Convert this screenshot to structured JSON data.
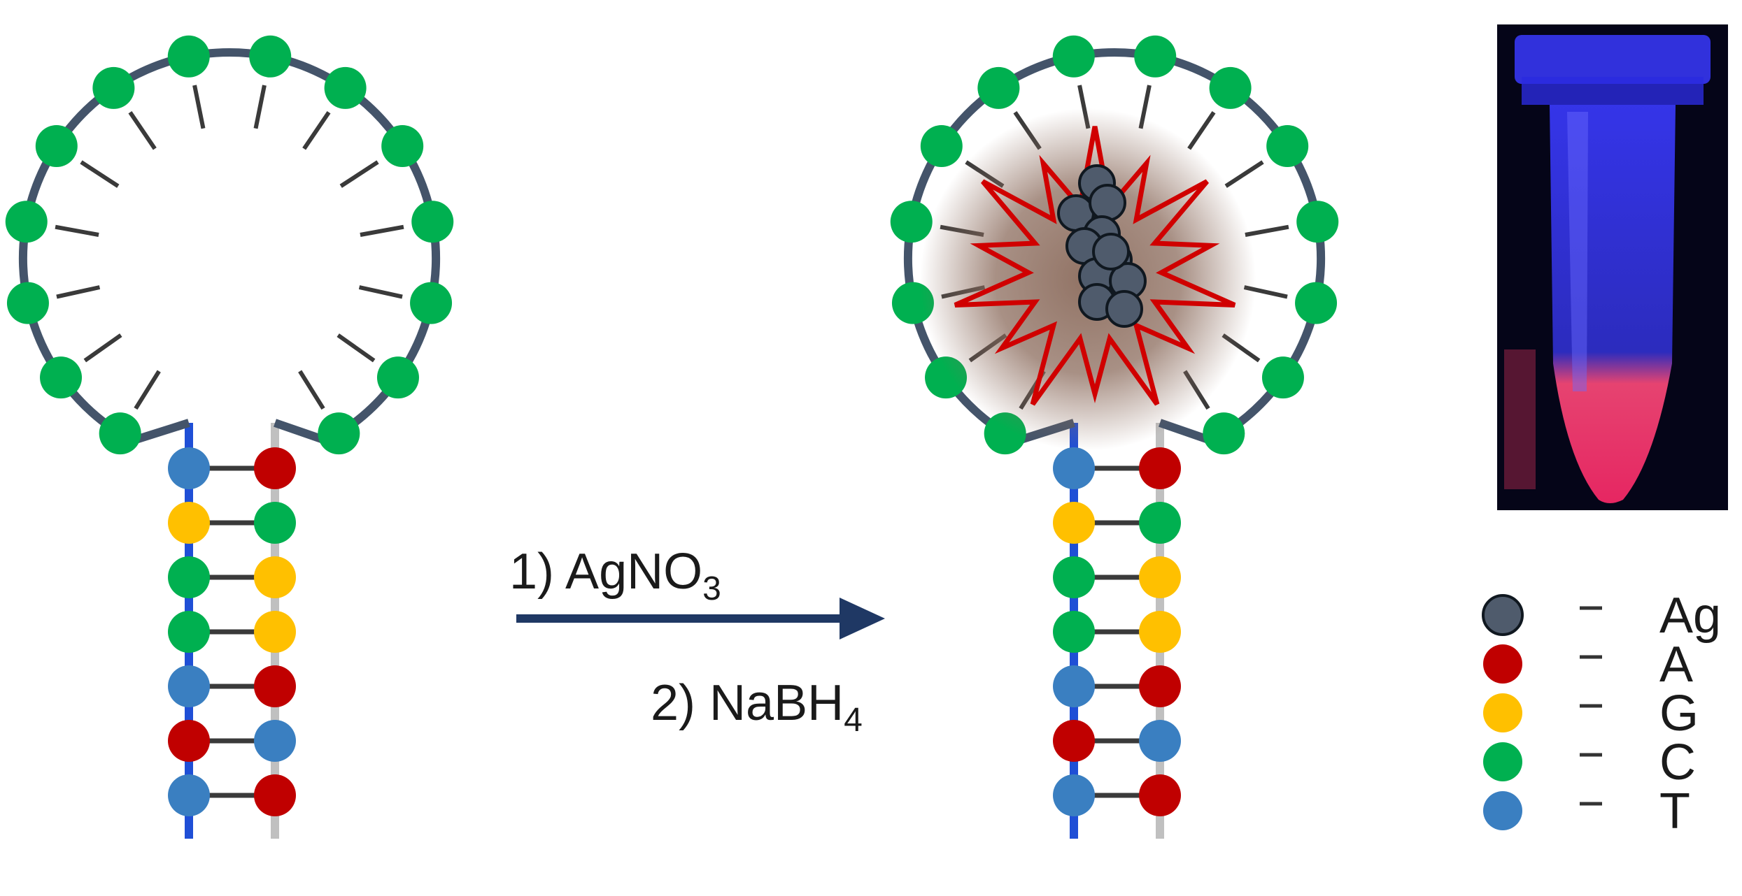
{
  "steps": {
    "step1": {
      "prefix": "1) AgNO",
      "sub": "3"
    },
    "step2": {
      "prefix": "2) NaBH",
      "sub": "4"
    }
  },
  "legend": [
    {
      "symbol": "silver-atom",
      "label": "Ag",
      "color": "#4f5b6c"
    },
    {
      "symbol": "adenine",
      "label": "A",
      "color": "#c00000"
    },
    {
      "symbol": "guanine",
      "label": "G",
      "color": "#ffc000"
    },
    {
      "symbol": "cytosine",
      "label": "C",
      "color": "#00b050"
    },
    {
      "symbol": "thymine",
      "label": "T",
      "color": "#3a7fc1"
    }
  ],
  "colors": {
    "backbone_loop": "#44546a",
    "strand_left": "#1f4fd6",
    "strand_right": "#c0c0c0",
    "bond": "#3a3a3a",
    "arrow": "#1f3864",
    "starburst": "#d00000",
    "cluster_glow": "#8b6b5c",
    "tube_background": "#050518",
    "tube_glow_top": "#3a3aff",
    "tube_glow_bottom": "#ff3a6a"
  },
  "hairpin": {
    "stem_left": [
      "T",
      "G",
      "C",
      "C",
      "T",
      "A",
      "T"
    ],
    "stem_right": [
      "A",
      "C",
      "G",
      "G",
      "A",
      "T",
      "A"
    ],
    "loop_bases": 14,
    "loop_base": "C"
  },
  "silver_cluster_atoms": 11
}
